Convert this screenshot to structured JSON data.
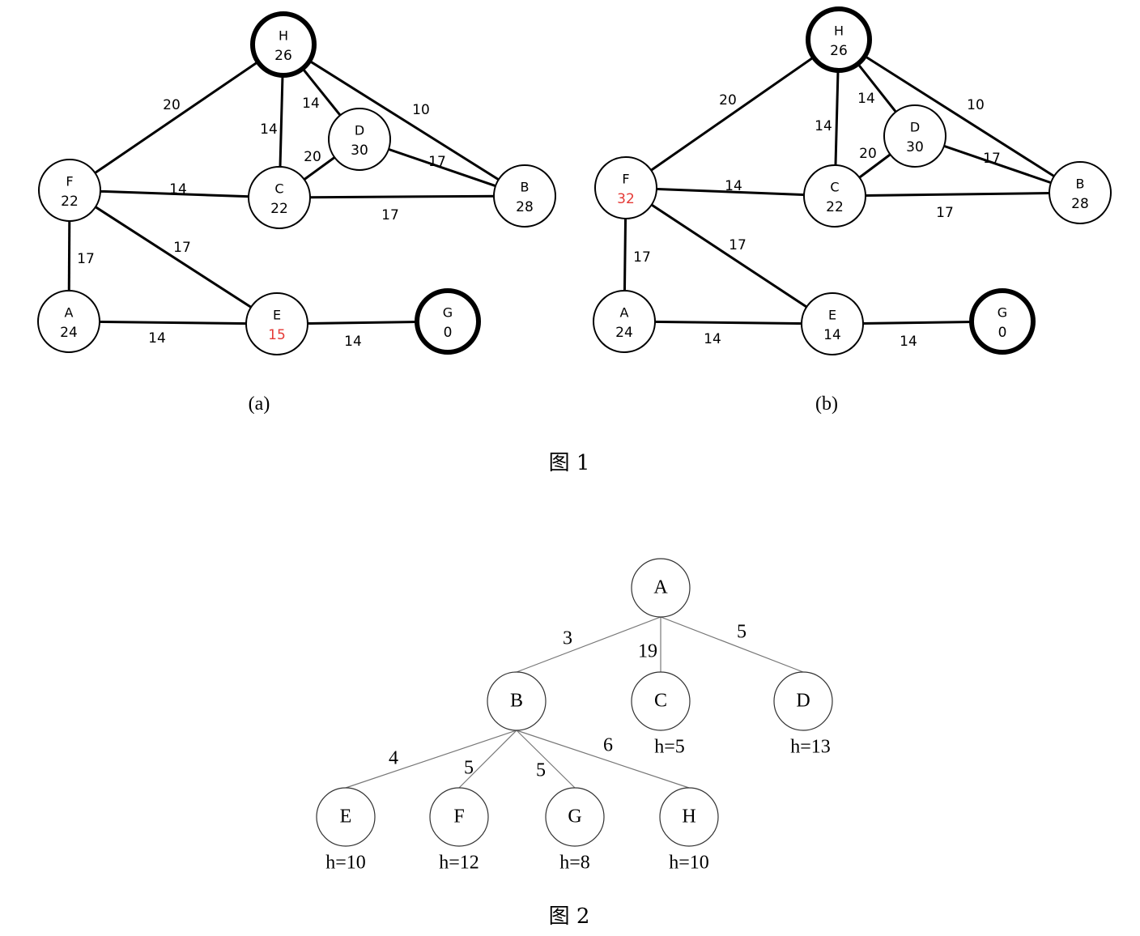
{
  "figure1": {
    "caption": "图 1",
    "panels": [
      {
        "label": "(a)",
        "nodes": [
          {
            "id": "H",
            "h": "26",
            "goal": true
          },
          {
            "id": "D",
            "h": "30"
          },
          {
            "id": "F",
            "h": "22"
          },
          {
            "id": "C",
            "h": "22"
          },
          {
            "id": "B",
            "h": "28"
          },
          {
            "id": "A",
            "h": "24"
          },
          {
            "id": "E",
            "h": "15",
            "highlight": true
          },
          {
            "id": "G",
            "h": "0",
            "goal": true
          }
        ],
        "edges": [
          {
            "from": "H",
            "to": "F",
            "w": "20"
          },
          {
            "from": "H",
            "to": "C",
            "w": "14"
          },
          {
            "from": "H",
            "to": "D",
            "w": "14"
          },
          {
            "from": "H",
            "to": "B",
            "w": "10"
          },
          {
            "from": "D",
            "to": "C",
            "w": "20"
          },
          {
            "from": "D",
            "to": "B",
            "w": "17"
          },
          {
            "from": "F",
            "to": "C",
            "w": "14"
          },
          {
            "from": "C",
            "to": "B",
            "w": "17"
          },
          {
            "from": "F",
            "to": "A",
            "w": "17"
          },
          {
            "from": "F",
            "to": "E",
            "w": "17"
          },
          {
            "from": "A",
            "to": "E",
            "w": "14"
          },
          {
            "from": "E",
            "to": "G",
            "w": "14"
          }
        ]
      },
      {
        "label": "(b)",
        "nodes": [
          {
            "id": "H",
            "h": "26",
            "goal": true
          },
          {
            "id": "D",
            "h": "30"
          },
          {
            "id": "F",
            "h": "32",
            "highlight": true
          },
          {
            "id": "C",
            "h": "22"
          },
          {
            "id": "B",
            "h": "28"
          },
          {
            "id": "A",
            "h": "24"
          },
          {
            "id": "E",
            "h": "14"
          },
          {
            "id": "G",
            "h": "0",
            "goal": true
          }
        ],
        "edges": [
          {
            "from": "H",
            "to": "F",
            "w": "20"
          },
          {
            "from": "H",
            "to": "C",
            "w": "14"
          },
          {
            "from": "H",
            "to": "D",
            "w": "14"
          },
          {
            "from": "H",
            "to": "B",
            "w": "10"
          },
          {
            "from": "D",
            "to": "C",
            "w": "20"
          },
          {
            "from": "D",
            "to": "B",
            "w": "17"
          },
          {
            "from": "F",
            "to": "C",
            "w": "14"
          },
          {
            "from": "C",
            "to": "B",
            "w": "17"
          },
          {
            "from": "F",
            "to": "A",
            "w": "17"
          },
          {
            "from": "F",
            "to": "E",
            "w": "17"
          },
          {
            "from": "A",
            "to": "E",
            "w": "14"
          },
          {
            "from": "E",
            "to": "G",
            "w": "14"
          }
        ]
      }
    ]
  },
  "figure2": {
    "caption": "图 2",
    "nodes": [
      {
        "id": "A"
      },
      {
        "id": "B"
      },
      {
        "id": "C",
        "h": "h=5"
      },
      {
        "id": "D",
        "h": "h=13"
      },
      {
        "id": "E",
        "h": "h=10"
      },
      {
        "id": "F",
        "h": "h=12"
      },
      {
        "id": "G",
        "h": "h=8"
      },
      {
        "id": "H",
        "h": "h=10"
      }
    ],
    "edges": [
      {
        "from": "A",
        "to": "B",
        "w": "3"
      },
      {
        "from": "A",
        "to": "C",
        "w": "19"
      },
      {
        "from": "A",
        "to": "D",
        "w": "5"
      },
      {
        "from": "B",
        "to": "E",
        "w": "4"
      },
      {
        "from": "B",
        "to": "F",
        "w": "5"
      },
      {
        "from": "B",
        "to": "G",
        "w": "5"
      },
      {
        "from": "B",
        "to": "H",
        "w": "6"
      }
    ]
  }
}
